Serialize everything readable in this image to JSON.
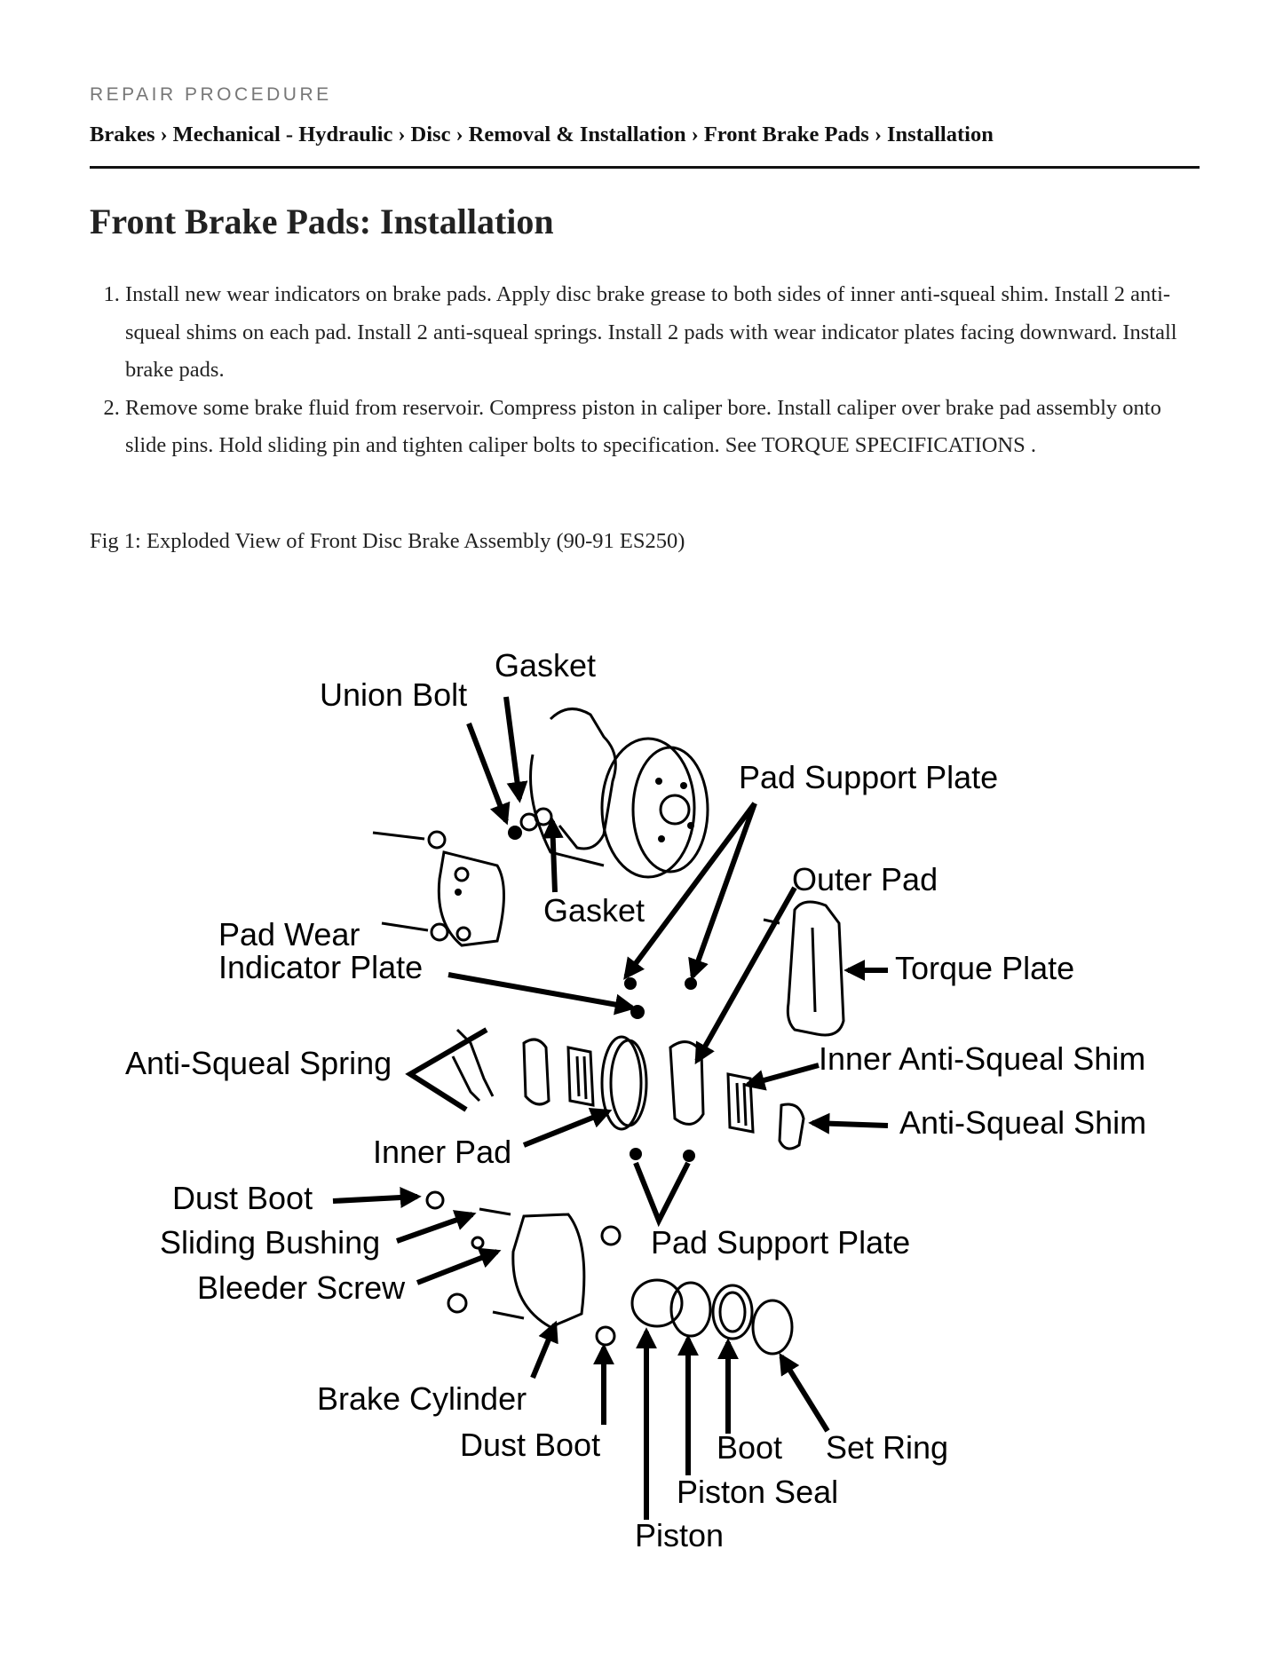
{
  "header": {
    "kicker": "REPAIR PROCEDURE",
    "breadcrumb": [
      "Brakes",
      "Mechanical - Hydraulic",
      "Disc",
      "Removal & Installation",
      "Front Brake Pads",
      "Installation"
    ],
    "separator": "›"
  },
  "page_title": "Front Brake Pads: Installation",
  "steps": [
    "Install new wear indicators on brake pads. Apply disc brake grease to both sides of inner anti-squeal shim. Install 2 anti-squeal shims on each pad. Install 2 anti-squeal springs. Install 2 pads with wear indicator plates facing downward. Install brake pads.",
    "Remove some brake fluid from reservoir. Compress piston in caliper bore. Install caliper over brake pad assembly onto slide pins. Hold sliding pin and tighten caliper bolts to specification. See TORQUE SPECIFICATIONS ."
  ],
  "figure": {
    "caption": "Fig 1: Exploded View of Front Disc Brake Assembly (90-91 ES250)",
    "labels": {
      "gasket_top": "Gasket",
      "union_bolt": "Union Bolt",
      "pad_support_plate_top": "Pad Support Plate",
      "outer_pad": "Outer Pad",
      "gasket_mid": "Gasket",
      "pad_wear_1": "Pad Wear",
      "pad_wear_2": "Indicator Plate",
      "torque_plate": "Torque Plate",
      "anti_squeal_spring": "Anti-Squeal Spring",
      "inner_anti_squeal_shim": "Inner Anti-Squeal Shim",
      "anti_squeal_shim": "Anti-Squeal Shim",
      "inner_pad": "Inner Pad",
      "dust_boot_left": "Dust Boot",
      "sliding_bushing": "Sliding Bushing",
      "pad_support_plate_bottom": "Pad Support Plate",
      "bleeder_screw": "Bleeder Screw",
      "brake_cylinder": "Brake Cylinder",
      "dust_boot_bottom": "Dust Boot",
      "boot": "Boot",
      "set_ring": "Set Ring",
      "piston_seal": "Piston Seal",
      "piston": "Piston"
    }
  }
}
